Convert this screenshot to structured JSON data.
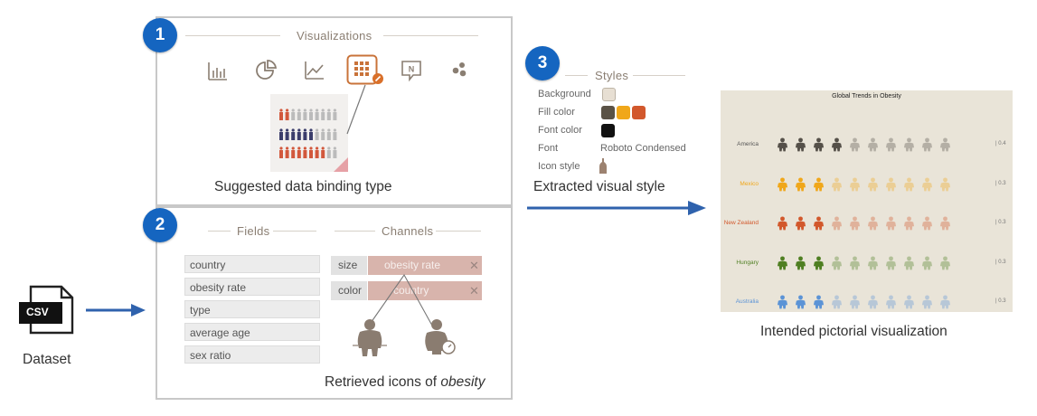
{
  "steps": [
    "1",
    "2",
    "3"
  ],
  "panel1": {
    "title": "Visualizations",
    "icons": [
      "bar-chart-icon",
      "pie-chart-icon",
      "line-chart-icon",
      "pictograph-grid-icon",
      "note-icon",
      "scatter-icon"
    ],
    "caption": "Suggested data binding type"
  },
  "panel2": {
    "fields_title": "Fields",
    "channels_title": "Channels",
    "fields": [
      "country",
      "obesity rate",
      "type",
      "average age",
      "sex ratio"
    ],
    "channels": [
      {
        "channel": "size",
        "field": "obesity rate"
      },
      {
        "channel": "color",
        "field": "country"
      }
    ],
    "close_glyph": "✕",
    "caption_prefix": "Retrieved icons of ",
    "caption_em": "obesity"
  },
  "dataset": {
    "file_label": "CSV",
    "label": "Dataset"
  },
  "styles": {
    "title": "Styles",
    "background_label": "Background",
    "fill_label": "Fill color",
    "font_color_label": "Font color",
    "font_label": "Font",
    "font_value": "Roboto Condensed",
    "icon_style_label": "Icon style",
    "caption": "Extracted visual style",
    "colors": {
      "background": "#e7dfd3",
      "fill": [
        "#5a5246",
        "#f0a71a",
        "#d2582c"
      ],
      "font": "#111111"
    }
  },
  "result": {
    "chart_title": "Global Trends in Obesity",
    "caption": "Intended pictorial visualization",
    "rows": [
      {
        "label": "America",
        "value": "| 0.4",
        "color": "#555049",
        "filled": 4
      },
      {
        "label": "Mexico",
        "value": "| 0.3",
        "color": "#f0a71a",
        "filled": 3
      },
      {
        "label": "New Zealand",
        "value": "| 0.3",
        "color": "#d2582c",
        "filled": 3
      },
      {
        "label": "Hungary",
        "value": "| 0.3",
        "color": "#4f7f22",
        "filled": 3
      },
      {
        "label": "Australia",
        "value": "| 0.3",
        "color": "#5b93d6",
        "filled": 3
      }
    ]
  }
}
